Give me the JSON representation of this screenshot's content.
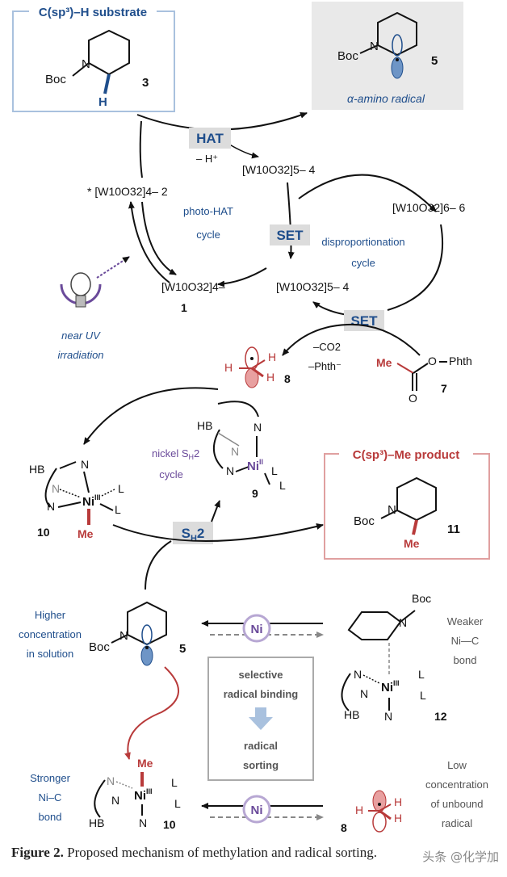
{
  "colors": {
    "blue": "#1f4e8c",
    "red": "#b83a3a",
    "purple": "#6a4a9a",
    "grey": "#888888",
    "boxGrey": "#e9e9e9",
    "pinkBorder": "#e0a0a0",
    "blueBorder": "#a9c1de"
  },
  "boxes": {
    "substrate_title": "C(sp³)–H substrate",
    "radical_caption": "α-amino radical",
    "product_title": "C(sp³)–Me product"
  },
  "labels": {
    "boc": "Boc",
    "n": "N",
    "h": "H",
    "me": "Me",
    "hb": "HB",
    "l": "L",
    "ni": "Ni",
    "phth": "Phth",
    "o": "O",
    "hat": "HAT",
    "minus_h": "– H⁺",
    "set": "SET",
    "sh2": "SH2",
    "photo_hat_1": "photo-HAT",
    "photo_hat_2": "cycle",
    "disp_1": "disproportionation",
    "disp_2": "cycle",
    "nickel_1": "nickel SH2",
    "nickel_2": "cycle",
    "near_uv_1": "near UV",
    "near_uv_2": "irradiation",
    "co2": "–CO2",
    "phth_minus": "–Phth⁻",
    "selective_1": "selective",
    "selective_2": "radical binding",
    "sorting_1": "radical",
    "sorting_2": "sorting",
    "higher_1": "Higher",
    "higher_2": "concentration",
    "higher_3": "in solution",
    "weaker_1": "Weaker",
    "weaker_2": "Ni—C",
    "weaker_3": "bond",
    "stronger_1": "Stronger",
    "stronger_2": "Ni–C",
    "stronger_3": "bond",
    "low_1": "Low",
    "low_2": "concentration",
    "low_3": "of unbound",
    "low_4": "radical"
  },
  "species": {
    "w2": "* [W10O32]4– 2",
    "w4_top": "[W10O32]5– 4",
    "w6": "[W10O32]6– 6",
    "w1": "[W10O32]4–",
    "w4_mid": "[W10O32]5– 4"
  },
  "numbers": {
    "n1": "1",
    "n3": "3",
    "n5": "5",
    "n5b": "5",
    "n7": "7",
    "n8": "8",
    "n8b": "8",
    "n9": "9",
    "n10": "10",
    "n10b": "10",
    "n11": "11",
    "n12": "12"
  },
  "caption": {
    "bold": "Figure 2.",
    "text": " Proposed mechanism of methylation and radical sorting."
  },
  "watermark": "头条 @化学加"
}
